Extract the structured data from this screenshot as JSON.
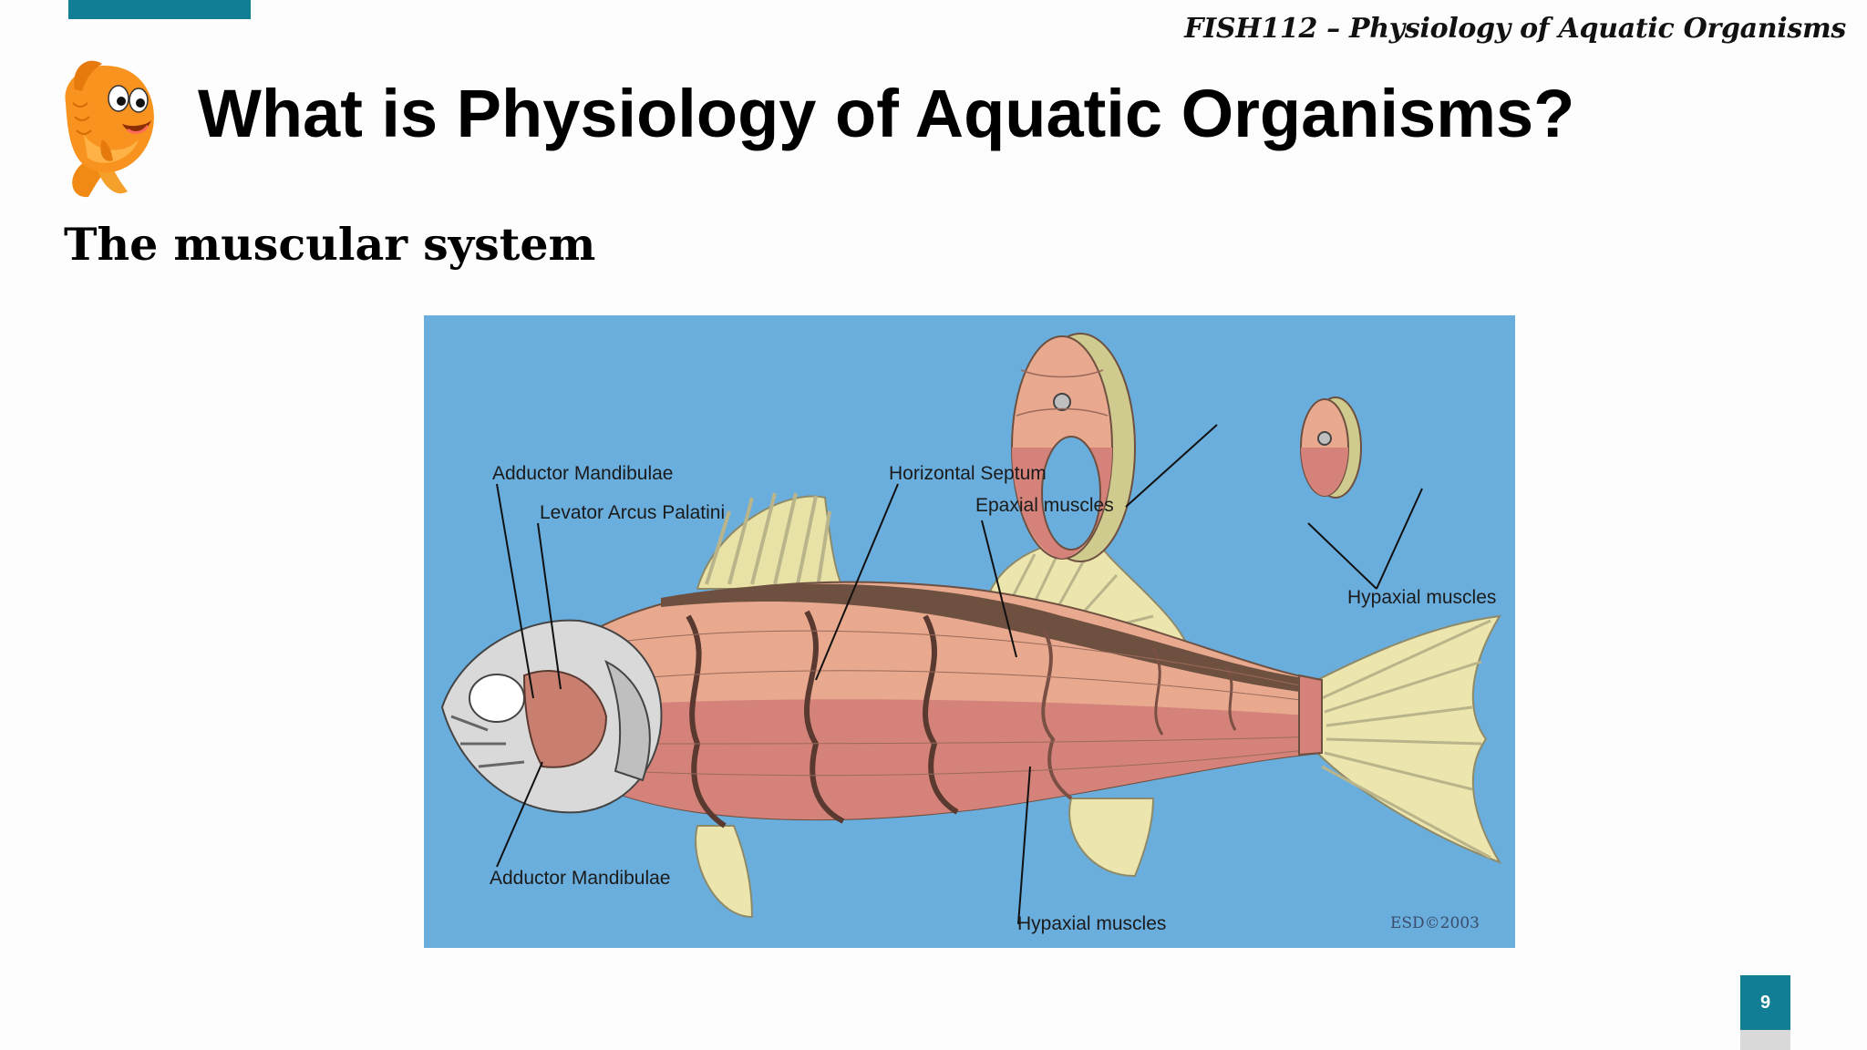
{
  "header": {
    "course": "FISH112 – Physiology of Aquatic Organisms"
  },
  "slide": {
    "title": "What is Physiology of Aquatic Organisms?",
    "subtitle": "The muscular system",
    "page_number": "9"
  },
  "figure": {
    "labels": {
      "adductor_mandibulae_top": "Adductor Mandibulae",
      "levator_arcus_palatini": "Levator Arcus Palatini",
      "horizontal_septum": "Horizontal Septum",
      "epaxial_muscles": "Epaxial muscles",
      "hypaxial_muscles_right": "Hypaxial muscles",
      "adductor_mandibulae_bottom": "Adductor Mandibulae",
      "hypaxial_muscles_bottom": "Hypaxial muscles"
    },
    "credit": "ESD©2003",
    "colors": {
      "background": "#6aaedd",
      "muscle_light": "#e8a98f",
      "muscle_dark": "#d4827a",
      "septum": "#6e5040",
      "fin": "#e9e2a6"
    }
  },
  "colors": {
    "accent": "#127e96"
  }
}
